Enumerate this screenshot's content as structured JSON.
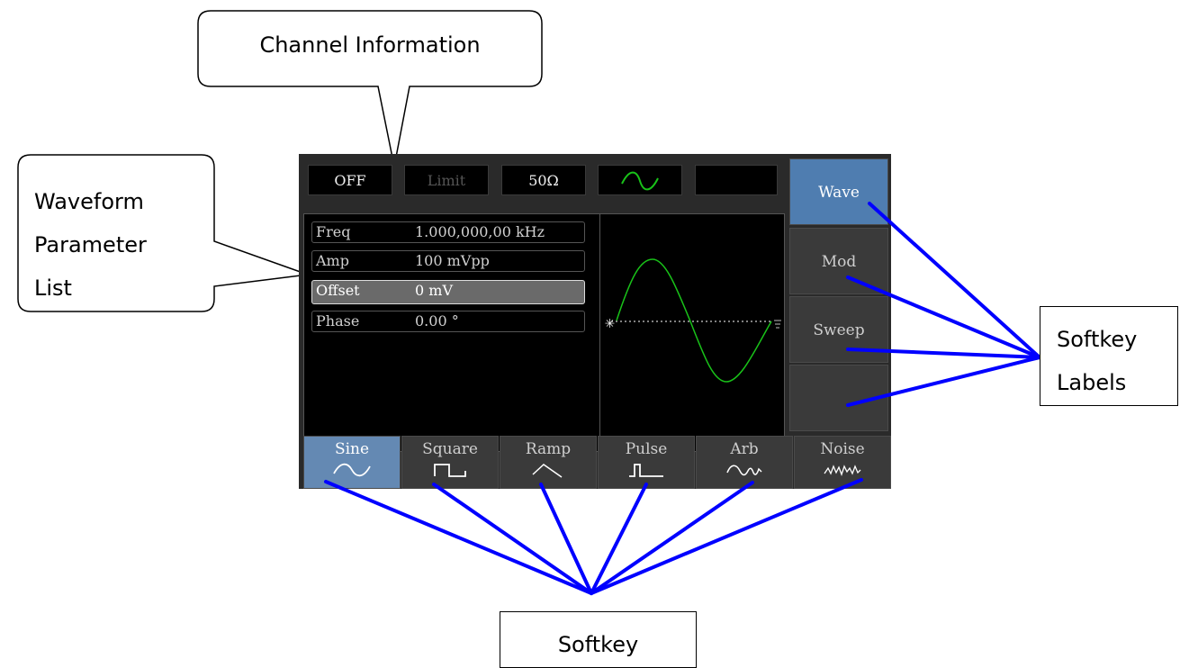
{
  "callouts": {
    "channel_info": "Channel Information",
    "waveform_params_line1": "Waveform",
    "waveform_params_line2": "Parameter",
    "waveform_params_line3": "List",
    "softkey_labels_line1": "Softkey",
    "softkey_labels_line2": "Labels",
    "softkey": "Softkey"
  },
  "status_bar": {
    "output": "OFF",
    "limit": "Limit",
    "impedance": "50Ω",
    "waveform_icon": "sine-wave-icon"
  },
  "parameters": [
    {
      "name": "Freq",
      "value": "1.000,000,00 kHz"
    },
    {
      "name": "Amp",
      "value": "100 mVpp"
    },
    {
      "name": "Offset",
      "value": "0 mV"
    },
    {
      "name": "Phase",
      "value": "0.00 °"
    }
  ],
  "side_softkeys": [
    {
      "label": "Wave"
    },
    {
      "label": "Mod"
    },
    {
      "label": "Sweep"
    },
    {
      "label": ""
    }
  ],
  "bottom_softkeys": [
    {
      "label": "Sine",
      "icon": "sine-icon"
    },
    {
      "label": "Square",
      "icon": "square-icon"
    },
    {
      "label": "Ramp",
      "icon": "ramp-icon"
    },
    {
      "label": "Pulse",
      "icon": "pulse-icon"
    },
    {
      "label": "Arb",
      "icon": "arb-icon"
    },
    {
      "label": "Noise",
      "icon": "noise-icon"
    }
  ],
  "colors": {
    "wave": "#19c219",
    "pointer": "#0000ff",
    "active_softkey": "#4f7db0"
  }
}
